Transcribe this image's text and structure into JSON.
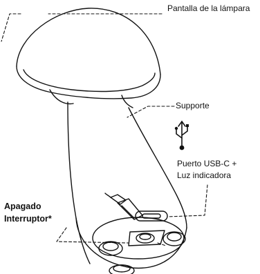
{
  "labels": {
    "shade": "Pantalla de la lámpara",
    "support": "Supporte",
    "usb_line1": "Puerto USB-C +",
    "usb_line2": "Luz indicadora",
    "switch_line1": "Apagado",
    "switch_line2": "Interruptor*"
  },
  "icons": {
    "usb": "usb-icon"
  },
  "colors": {
    "stroke": "#111111",
    "background": "#ffffff"
  }
}
